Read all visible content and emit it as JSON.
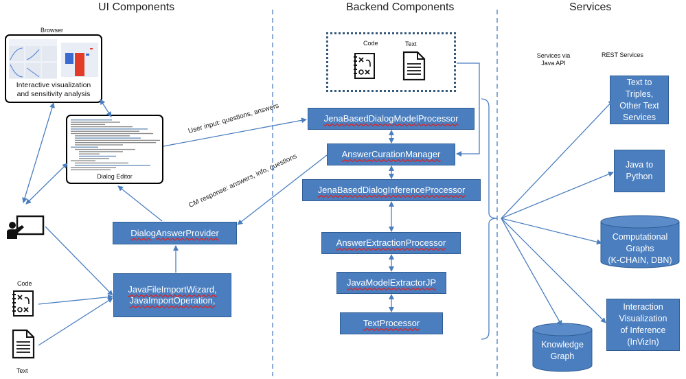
{
  "headers": {
    "ui": "UI Components",
    "backend": "Backend Components",
    "services": "Services"
  },
  "browser": {
    "title": "Browser",
    "caption_line1": "Interactive visualization",
    "caption_line2": "and sensitivity analysis"
  },
  "dialog_editor": {
    "caption": "Dialog Editor"
  },
  "inputs": {
    "code": "Code",
    "text": "Text"
  },
  "backend_inputs": {
    "code": "Code",
    "text": "Text"
  },
  "ui_boxes": {
    "dialog_answer_provider": "DialogAnswerProvider",
    "import_line1": "JavaFileImportWizard,",
    "import_line2": "JavaImportOperation,"
  },
  "backend_boxes": {
    "dialog_model_processor": "JenaBasedDialogModelProcessor",
    "answer_curation_manager": "AnswerCurationManager",
    "dialog_inference_processor": "JenaBasedDialogInferenceProcessor",
    "answer_extraction_processor": "AnswerExtractionProcessor",
    "java_model_extractor": "JavaModelExtractorJP",
    "text_processor": "TextProcessor"
  },
  "arrows": {
    "user_input": "User input: questions, answers",
    "cm_response": "CM response: answers, info, questions"
  },
  "services": {
    "java_api_label_line1": "Services via",
    "java_api_label_line2": "Java API",
    "rest_label": "REST Services",
    "text_to_triples": [
      "Text to",
      "Triples,",
      "Other Text",
      "Services"
    ],
    "java_to_python": [
      "Java to",
      "Python"
    ],
    "computational_graphs": [
      "Computational",
      "Graphs",
      "(K-CHAIN, DBN)"
    ],
    "invizin": [
      "Interaction",
      "Visualization",
      "of Inference",
      "(InVizIn)"
    ],
    "knowledge_graph": [
      "Knowledge",
      "Graph"
    ]
  },
  "colors": {
    "box_fill": "#4a7ebf",
    "box_border": "#2f5d93",
    "arrow": "#4a7ebf",
    "divider": "#4a7ebf"
  }
}
